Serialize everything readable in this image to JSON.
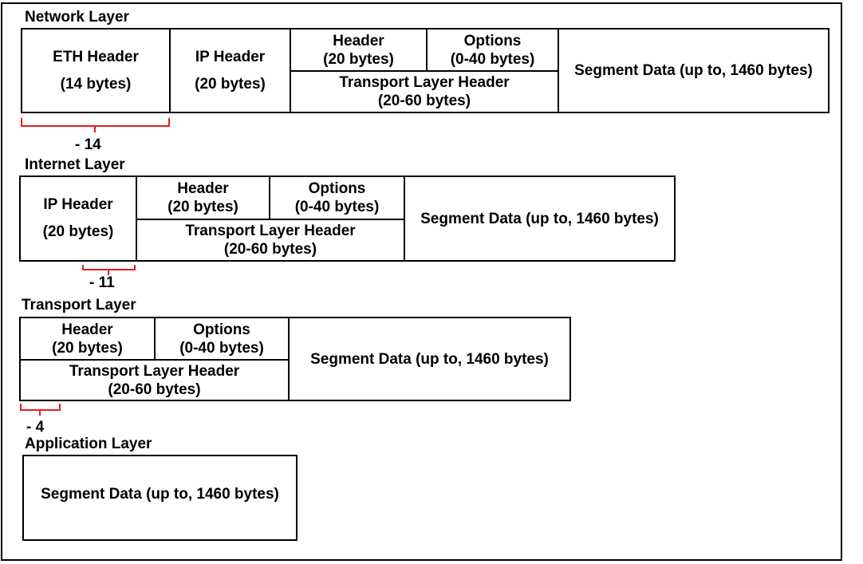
{
  "colors": {
    "line": "#000000",
    "brace": "#e8191b",
    "background": "#ffffff"
  },
  "layers": {
    "network": {
      "title": "Network Layer",
      "eth_header": "ETH Header",
      "eth_size": "(14 bytes)",
      "ip_header": "IP Header",
      "ip_size": "(20 bytes)",
      "header": "Header",
      "header_size": "(20 bytes)",
      "options": "Options",
      "options_size": "(0-40 bytes)",
      "transport_header": "Transport Layer Header",
      "transport_size": "(20-60 bytes)",
      "segment": "Segment Data (up to, 1460 bytes)",
      "offset_label": "- 14"
    },
    "internet": {
      "title": "Internet Layer",
      "ip_header": "IP Header",
      "ip_size": "(20 bytes)",
      "header": "Header",
      "header_size": "(20 bytes)",
      "options": "Options",
      "options_size": "(0-40 bytes)",
      "transport_header": "Transport Layer Header",
      "transport_size": "(20-60 bytes)",
      "segment": "Segment Data (up to, 1460 bytes)",
      "offset_label": "- 11"
    },
    "transport": {
      "title": "Transport Layer",
      "header": "Header",
      "header_size": "(20 bytes)",
      "options": "Options",
      "options_size": "(0-40 bytes)",
      "transport_header": "Transport Layer Header",
      "transport_size": "(20-60 bytes)",
      "segment": "Segment Data (up to, 1460 bytes)",
      "offset_label": "- 4"
    },
    "application": {
      "title": "Application Layer",
      "segment": "Segment Data (up to, 1460 bytes)"
    }
  }
}
